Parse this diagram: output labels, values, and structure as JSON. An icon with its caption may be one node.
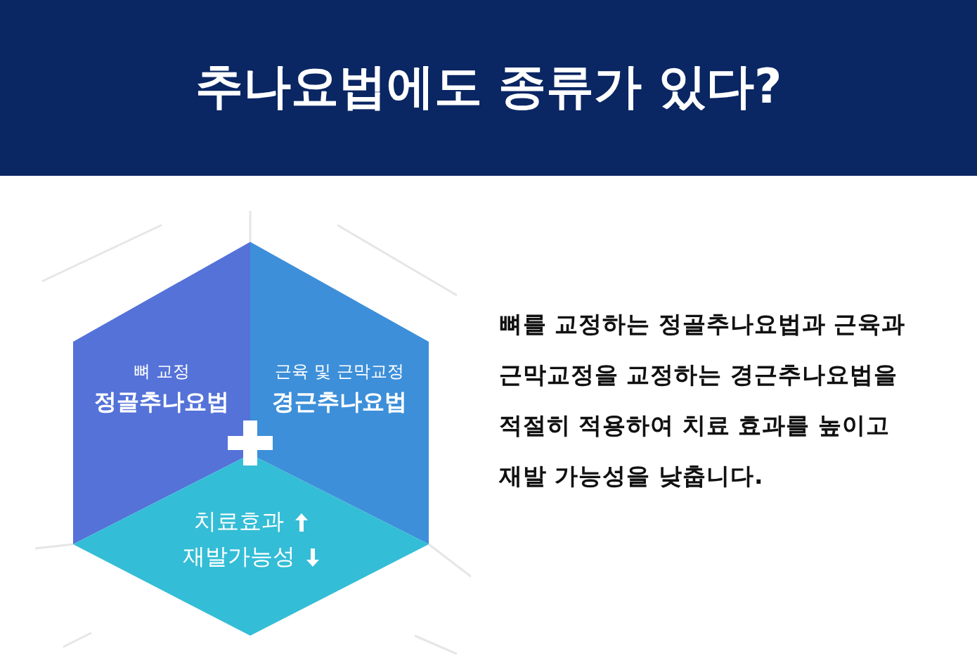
{
  "diagram": {
    "title": "추나요법에도 종류가 있다?",
    "nodes": [
      {
        "text": [
          "뼈 교정",
          "정골추나요법"
        ]
      },
      {
        "text": [
          "근육 및 근막교정",
          "경근추나요법"
        ]
      },
      {
        "text": [
          "치료효과",
          "재발가능성"
        ]
      }
    ],
    "labels": [
      "뼈를 교정하는 정골추나요법과 근육과 근막교정을 교정하는 경근추나요법을 적절히 적용하여 치료 효과를 높이고 재발 가능성을 낮춥니다."
    ]
  }
}
